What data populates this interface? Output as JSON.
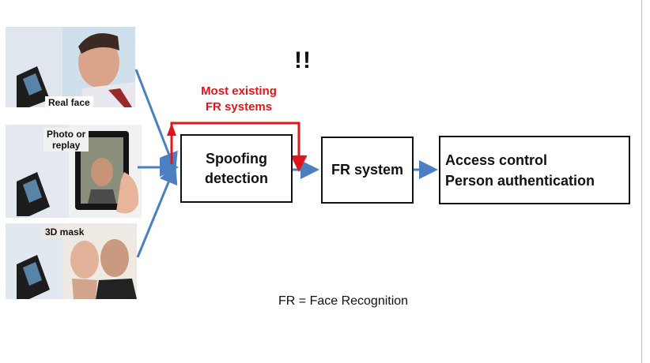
{
  "inputs": [
    {
      "label": "Real face"
    },
    {
      "label": "Photo or\nreplay"
    },
    {
      "label": "3D mask"
    }
  ],
  "warning_mark": "!!",
  "red_path_label": "Most existing\nFR systems",
  "boxes": {
    "spoofing": {
      "line1": "Spoofing",
      "line2": "detection"
    },
    "fr_system": {
      "label": "FR system"
    },
    "access": {
      "line1": "Access control",
      "line2": "Person authentication"
    }
  },
  "footnote": "FR = Face Recognition",
  "colors": {
    "arrow_blue": "#4a7fc1",
    "bypass_red": "#e0161b",
    "box_border": "#111111"
  }
}
